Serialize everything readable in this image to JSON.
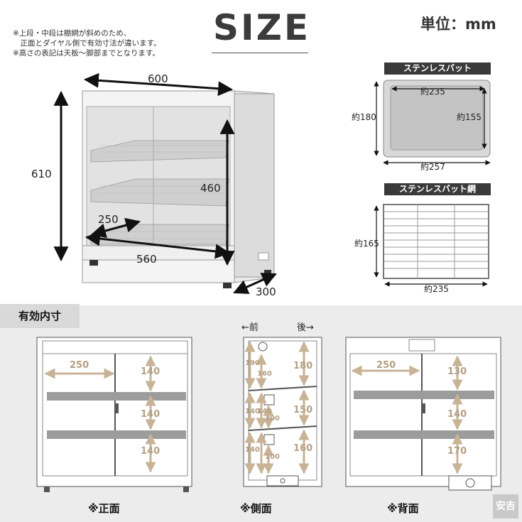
{
  "notes": [
    "※上段・中段は棚網が斜めのため、",
    "　正面とダイヤル側で有効寸法が違います。",
    "※高さの表記は天板〜脚部までとなります。"
  ],
  "title": "SIZE",
  "unit_label": "単位：mm",
  "main_dims": {
    "width_top": "600",
    "height": "610",
    "inner_height": "460",
    "shelf_depth": "250",
    "inner_width": "560",
    "depth": "300"
  },
  "tray": {
    "label": "ステンレスバット",
    "inner_width": "約235",
    "outer_height": "約180",
    "inner_height": "約155",
    "outer_width": "約257"
  },
  "grid": {
    "label": "ステンレスバット網",
    "height": "約165",
    "width": "約235"
  },
  "section": {
    "label": "有効内寸"
  },
  "front": {
    "width": "250",
    "h1": "140",
    "h2": "140",
    "h3": "140",
    "label": "※正面"
  },
  "side": {
    "front_label": "←前",
    "back_label": "後→",
    "f1": "190",
    "f2": "160",
    "f3": "140",
    "f4": "140",
    "f5": "100",
    "f6": "140",
    "f7": "100",
    "b1": "180",
    "b2": "150",
    "b3": "160",
    "label": "※側面"
  },
  "back": {
    "width": "250",
    "h1": "130",
    "h2": "140",
    "h3": "170",
    "label": "※背面"
  },
  "logo": "安吉"
}
